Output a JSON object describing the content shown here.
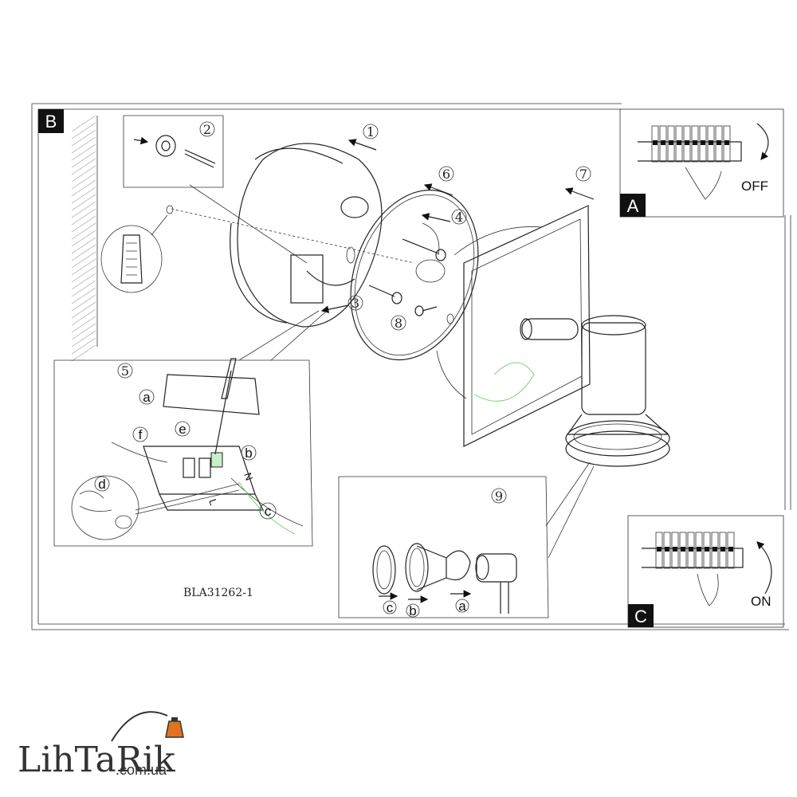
{
  "panels": {
    "main_label": "B",
    "off_panel_label": "A",
    "on_panel_label": "C"
  },
  "steps": [
    "1",
    "2",
    "3",
    "4",
    "5",
    "6",
    "7",
    "8",
    "9"
  ],
  "wiring_letters": [
    "a",
    "b",
    "c",
    "d",
    "e",
    "f"
  ],
  "bulb_letters": [
    "c",
    "b",
    "a"
  ],
  "terminal_marks": [
    "N",
    "L"
  ],
  "switch": {
    "off": "OFF",
    "on": "ON"
  },
  "model_code": "BLA31262-1",
  "brand": {
    "name": "LihTaRik",
    "domain": ".com.ua",
    "accent": "#e0731f"
  }
}
